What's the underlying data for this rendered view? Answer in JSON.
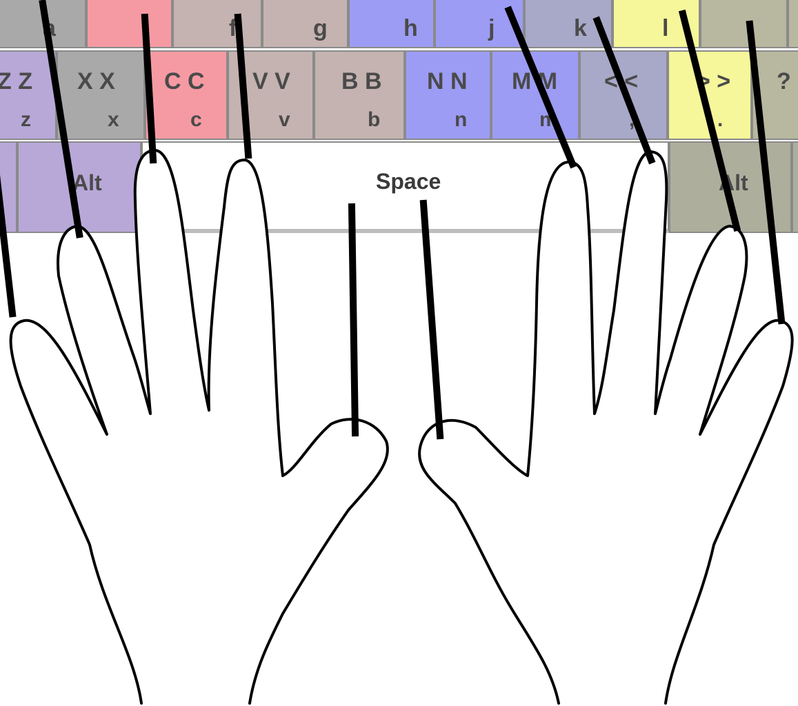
{
  "colors": {
    "pinky": "#b7a8d8",
    "ring": "#a9a9a9",
    "middle": "#f59aa3",
    "index_left": "#c4b3b0",
    "index_right": "#9c9cf4",
    "right_ring": "#d0d0ff",
    "right_ring2": "#a8a8c8",
    "right_pinky": "#f6f69a",
    "right_misc": "#b8b8a0",
    "alt_right": "#aeae9c",
    "outline": "#000000"
  },
  "keyboard": {
    "home_row": [
      {
        "lower": "a"
      },
      {
        "lower": ""
      },
      {
        "lower": "f"
      },
      {
        "lower": "g"
      },
      {
        "lower": "h"
      },
      {
        "lower": "j"
      },
      {
        "lower": "k"
      },
      {
        "lower": "l"
      },
      {
        "lower": ""
      }
    ],
    "bottom_row": [
      {
        "upper": "Z Z",
        "lower": "z"
      },
      {
        "upper": "X X",
        "lower": "x"
      },
      {
        "upper": "C C",
        "lower": "c"
      },
      {
        "upper": "V V",
        "lower": "v"
      },
      {
        "upper": "B B",
        "lower": "b"
      },
      {
        "upper": "N N",
        "lower": "n"
      },
      {
        "upper": "M M",
        "lower": "m"
      },
      {
        "upper": "< <",
        "lower": ","
      },
      {
        "upper": "> >",
        "lower": "."
      },
      {
        "upper": "?",
        "lower": ""
      }
    ],
    "space_label": "Space",
    "alt_left_label": "Alt",
    "alt_right_label": "Alt"
  }
}
